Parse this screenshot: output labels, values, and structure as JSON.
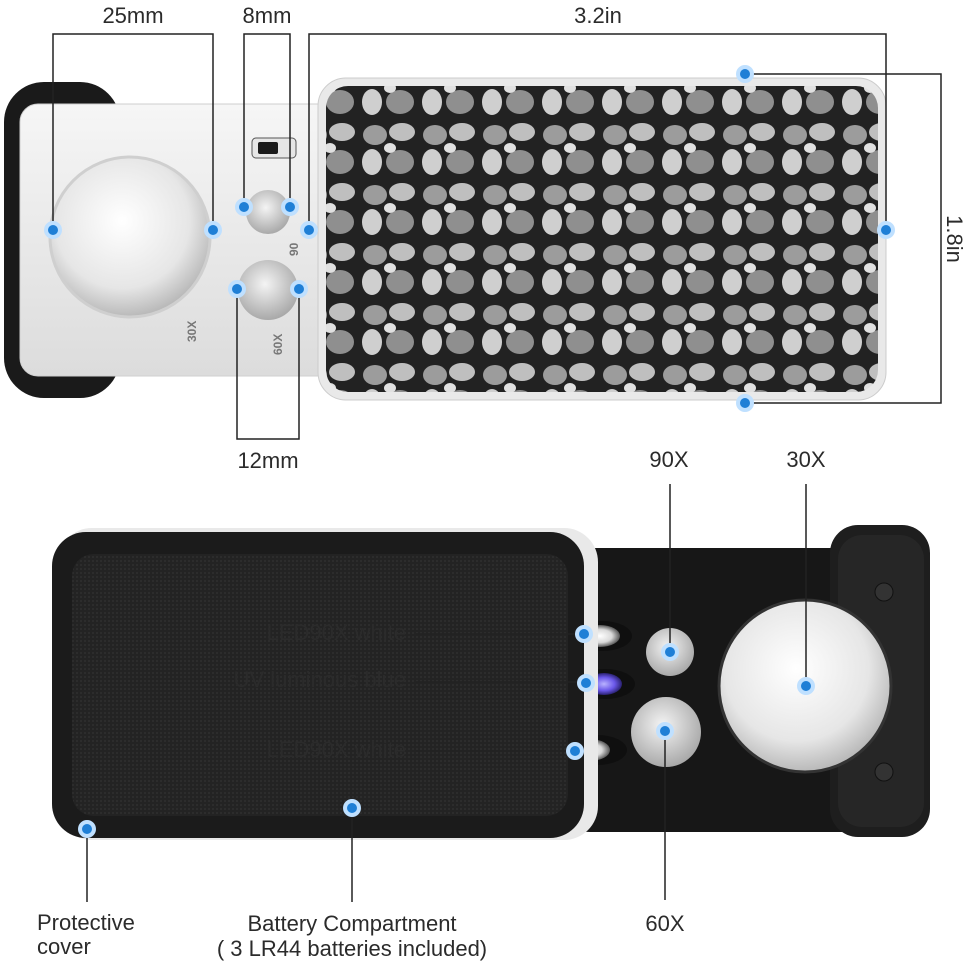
{
  "colors": {
    "dot": "#1f7fd6",
    "lines": "#222222",
    "body_dark": "#1b1b1b",
    "body_light": "#f0f0f0"
  },
  "top_view": {
    "dimensions": {
      "lens_large": "25mm",
      "lens_small_top": "8mm",
      "length": "3.2in",
      "width": "1.8in",
      "lens_small_bottom": "12mm"
    },
    "engraved": {
      "mag_30": "30X",
      "mag_60": "60X",
      "mag_90": "90"
    }
  },
  "bottom_view": {
    "callouts": {
      "led_top": "LED90X white",
      "uv": "UV luminous blue",
      "led_bottom": "LED90X white",
      "mag_90": "90X",
      "mag_30": "30X",
      "mag_60": "60X",
      "protective_cover": "Protective\ncover",
      "battery_line1": "Battery Compartment",
      "battery_line2": "( 3 LR44 batteries included)"
    }
  }
}
